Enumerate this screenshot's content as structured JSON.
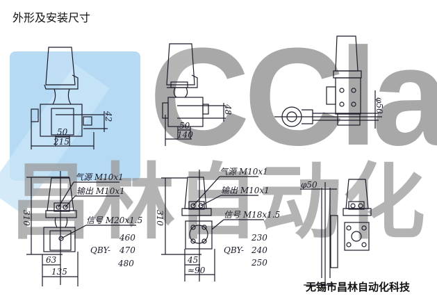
{
  "title": "外形及安装尺寸",
  "watermark": {
    "latin": "CClair",
    "chinese": "昌林自动化",
    "blue": "#a9d3f2",
    "gray": "#9a9a9a"
  },
  "views": {
    "top_left": {
      "height_dim": "42",
      "dim_a": "50",
      "dim_b": "215"
    },
    "top_middle": {
      "height_dim": "48",
      "dim_a": "50",
      "dim_b": "140"
    },
    "top_right": {
      "dia_dim": "φ50"
    },
    "bottom_left": {
      "height_dim": "310",
      "air_source": "气源 M10x1",
      "output": "输出 M10x1",
      "signal": "信号 M20x1.5",
      "model_prefix": "QBY-",
      "model_a": "460",
      "model_b": "470",
      "model_c": "480",
      "dim_a": "63",
      "dim_b": "135"
    },
    "bottom_middle": {
      "height_dim": "310",
      "air_source": "气源 M10x1",
      "output": "输出 M10x1",
      "signal": "信号 M18x1.5",
      "model_prefix": "QBY-",
      "model_a": "230",
      "model_b": "240",
      "model_c": "250",
      "dim_a": "45",
      "dim_b": "≈90"
    },
    "bottom_right": {
      "dia_dim": "φ50"
    }
  },
  "company": "无锡市昌林自动化科技"
}
